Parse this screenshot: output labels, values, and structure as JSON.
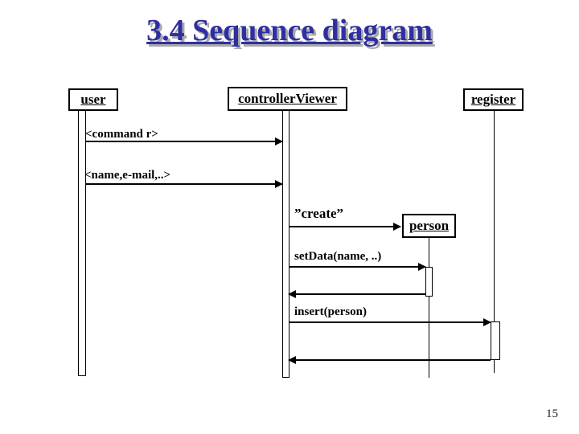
{
  "slide": {
    "title": "3.4 Sequence diagram",
    "page_number": "15"
  },
  "diagram": {
    "type": "uml-sequence",
    "actors": [
      {
        "label": "user"
      },
      {
        "label": "controllerViewer"
      },
      {
        "label": "register"
      },
      {
        "label": "person"
      }
    ],
    "messages": [
      {
        "label": "<command r>",
        "from": "user",
        "to": "controllerViewer",
        "direction": "right"
      },
      {
        "label": "<name,e-mail,..>",
        "from": "user",
        "to": "controllerViewer",
        "direction": "right"
      },
      {
        "label": "”create”",
        "from": "controllerViewer",
        "to": "person",
        "direction": "right"
      },
      {
        "label": "setData(name, ..)",
        "from": "controllerViewer",
        "to": "person",
        "direction": "right"
      },
      {
        "label": "",
        "from": "person",
        "to": "controllerViewer",
        "direction": "left"
      },
      {
        "label": "insert(person)",
        "from": "controllerViewer",
        "to": "register",
        "direction": "right"
      },
      {
        "label": "",
        "from": "register",
        "to": "controllerViewer",
        "direction": "left"
      }
    ],
    "colors": {
      "title_text": "#2f2fa2",
      "title_shadow": "#a9a9a9",
      "line": "#000000",
      "background": "#ffffff"
    }
  }
}
